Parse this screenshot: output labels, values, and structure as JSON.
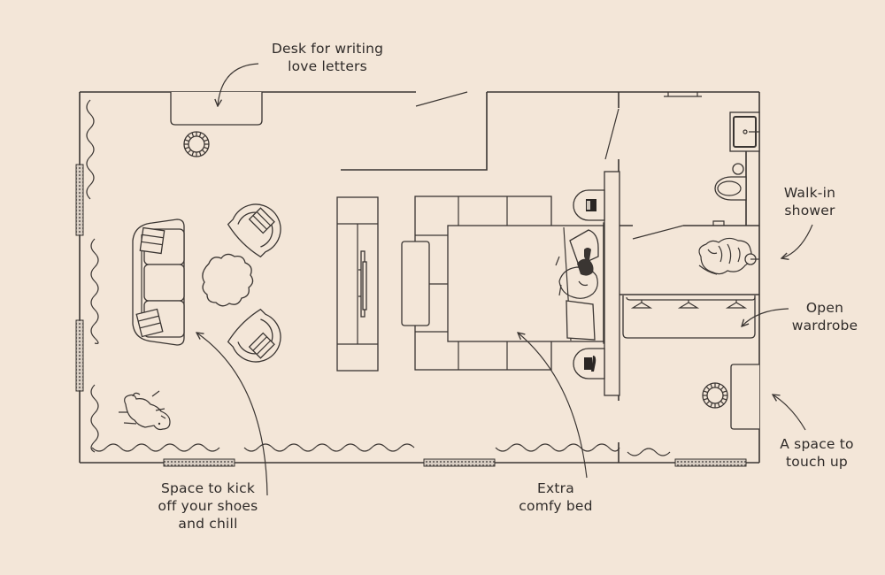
{
  "diagram": {
    "type": "floor plan",
    "background_color": "#f3e6d8",
    "line_color": "#3a3532",
    "rooms": [
      "living area",
      "bedroom",
      "bathroom",
      "wardrobe",
      "vanity corner"
    ]
  },
  "annotations": {
    "desk": "Desk for writing\nlove letters",
    "shower": "Walk-in\nshower",
    "wardrobe": "Open\nwardrobe",
    "vanity": "A space to\ntouch up",
    "lounge": "Space to kick\noff your shoes\nand chill",
    "bed": "Extra\ncomfy bed"
  },
  "icons": {
    "desk": "desk-icon",
    "stool": "round-stool-icon",
    "sofa": "sofa-icon",
    "armchair": "armchair-icon",
    "rug": "flower-rug-icon",
    "dog": "sleeping-dog-icon",
    "tv": "tv-console-icon",
    "bed": "double-bed-icon",
    "person": "sleeping-person-icon",
    "nightstand": "nightstand-icon",
    "sink": "sink-icon",
    "toilet": "toilet-icon",
    "shower": "shower-person-icon",
    "hanger": "hanger-icon",
    "vanity": "vanity-table-icon",
    "curtain": "curtain-icon",
    "window": "window-icon",
    "door": "door-icon"
  }
}
